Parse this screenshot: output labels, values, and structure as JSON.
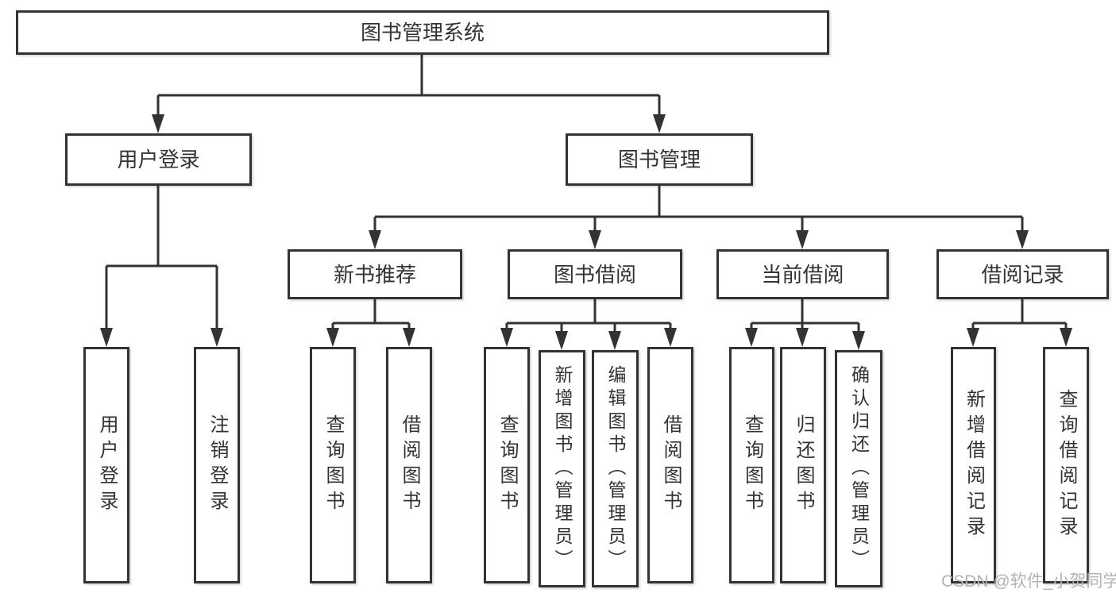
{
  "colors": {
    "background": "#ffffff",
    "line": "#333333",
    "box_border": "#333333",
    "box_fill": "#ffffff",
    "text": "#333333",
    "watermark_text": "#b3b3b3"
  },
  "tree": {
    "label": "图书管理系统",
    "children": [
      {
        "label": "用户登录",
        "children": [
          {
            "label": "用户登录"
          },
          {
            "label": "注销登录"
          }
        ]
      },
      {
        "label": "图书管理",
        "children": [
          {
            "label": "新书推荐",
            "children": [
              {
                "label": "查询图书"
              },
              {
                "label": "借阅图书"
              }
            ]
          },
          {
            "label": "图书借阅",
            "children": [
              {
                "label": "查询图书"
              },
              {
                "label": "新增图书（管理员）"
              },
              {
                "label": "编辑图书（管理员）"
              },
              {
                "label": "借阅图书"
              }
            ]
          },
          {
            "label": "当前借阅",
            "children": [
              {
                "label": "查询图书"
              },
              {
                "label": "归还图书"
              },
              {
                "label": "确认归还（管理员）"
              }
            ]
          },
          {
            "label": "借阅记录",
            "children": [
              {
                "label": "新增借阅记录"
              },
              {
                "label": "查询借阅记录"
              }
            ]
          }
        ]
      }
    ]
  },
  "watermark": "CSDN @软件_小贺同学"
}
